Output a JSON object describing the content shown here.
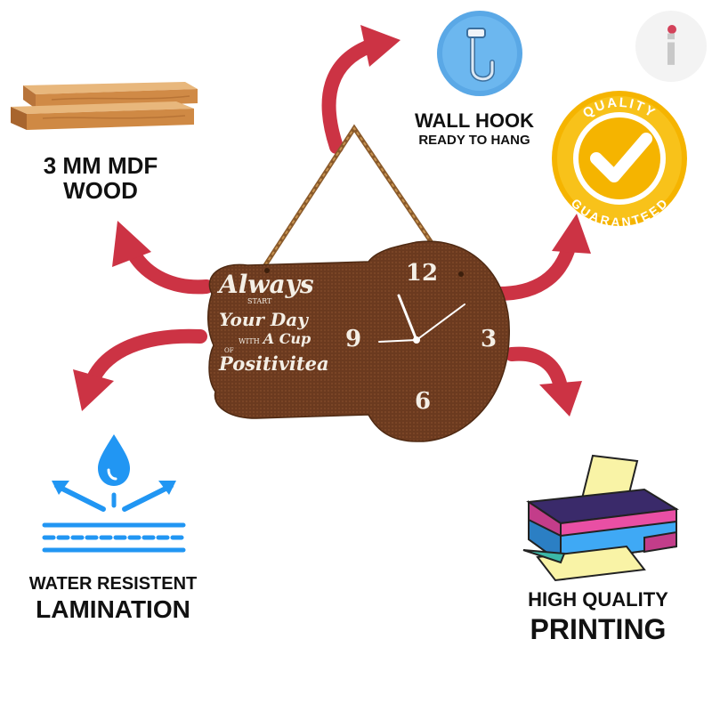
{
  "product": {
    "quote_lines": [
      "Always",
      "START",
      "Your Day",
      "WITH",
      "A Cup",
      "OF",
      "Positivitea"
    ],
    "clock_numbers": {
      "top": "12",
      "right": "3",
      "bottom": "6",
      "left": "9"
    }
  },
  "features": {
    "wood": {
      "line1": "3 MM MDF",
      "line2": "WOOD",
      "icon": "wood-planks-icon"
    },
    "hook": {
      "line1": "WALL HOOK",
      "line2": "READY TO HANG",
      "icon": "wall-hook-icon"
    },
    "quality": {
      "ring_top": "QUALITY",
      "ring_bottom": "GUARANTEED",
      "icon": "quality-badge-icon"
    },
    "lamination": {
      "line1": "WATER RESISTENT",
      "line2": "LAMINATION",
      "icon": "water-resistant-icon"
    },
    "printing": {
      "line1": "HIGH QUALITY",
      "line2": "PRINTING",
      "icon": "printer-icon"
    }
  },
  "brand": {
    "logo_letter": "i"
  },
  "colors": {
    "arrow": "#cc3344",
    "wood": "#6b3a1f",
    "gold": "#f5b400",
    "hook_blue": "#5aa8e6"
  }
}
